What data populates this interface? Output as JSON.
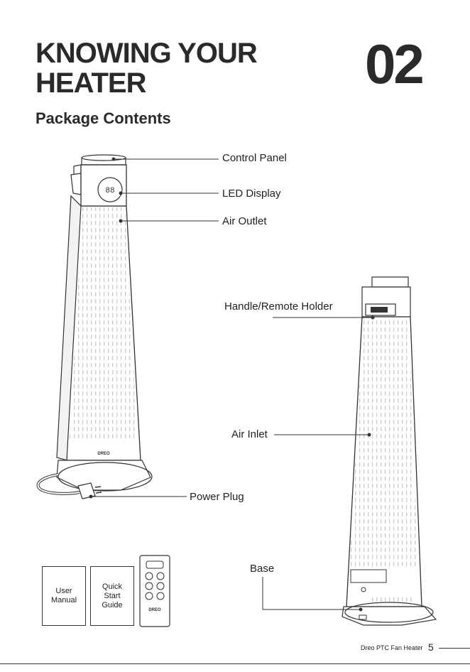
{
  "header": {
    "title_line1": "KNOWING YOUR",
    "title_line2": "HEATER",
    "chapter": "02",
    "subtitle": "Package Contents"
  },
  "labels": {
    "control_panel": "Control Panel",
    "led_display": "LED Display",
    "air_outlet": "Air Outlet",
    "handle": "Handle/Remote Holder",
    "air_inlet": "Air Inlet",
    "power_plug": "Power Plug",
    "base": "Base"
  },
  "product": {
    "brand": "DREO",
    "display_digits": "88"
  },
  "accessories": {
    "user_manual_line1": "User",
    "user_manual_line2": "Manual",
    "quick_start_line1": "Quick",
    "quick_start_line2": "Start",
    "quick_start_line3": "Guide"
  },
  "footer": {
    "text": "Dreo PTC Fan Heater",
    "page": "5"
  }
}
